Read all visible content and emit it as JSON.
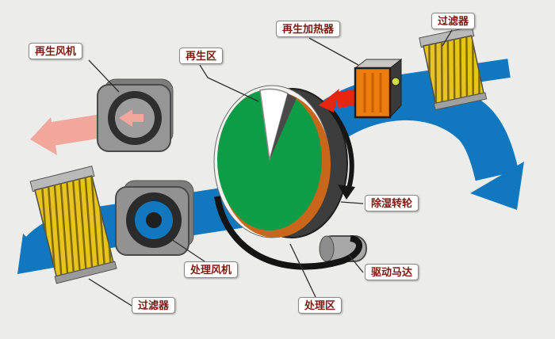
{
  "diagram": {
    "labels": {
      "regen_fan": "再生风机",
      "regen_zone": "再生区",
      "regen_heater": "再生加热器",
      "filter_top": "过滤器",
      "dehumid_wheel": "除湿转轮",
      "drive_motor": "驱动马达",
      "process_fan": "处理风机",
      "filter_bottom": "过滤器",
      "process_zone": "处理区"
    },
    "colors": {
      "background": "#ececea",
      "process_air_blue": "#1178bf",
      "hot_air_red": "#e8250f",
      "regen_exhaust_pink": "#f2a79c",
      "wheel_green": "#0f9c47",
      "wheel_hub_orange": "#c8661c",
      "heater_orange": "#ef7d0e",
      "filter_yellow": "#e6c41c"
    }
  }
}
